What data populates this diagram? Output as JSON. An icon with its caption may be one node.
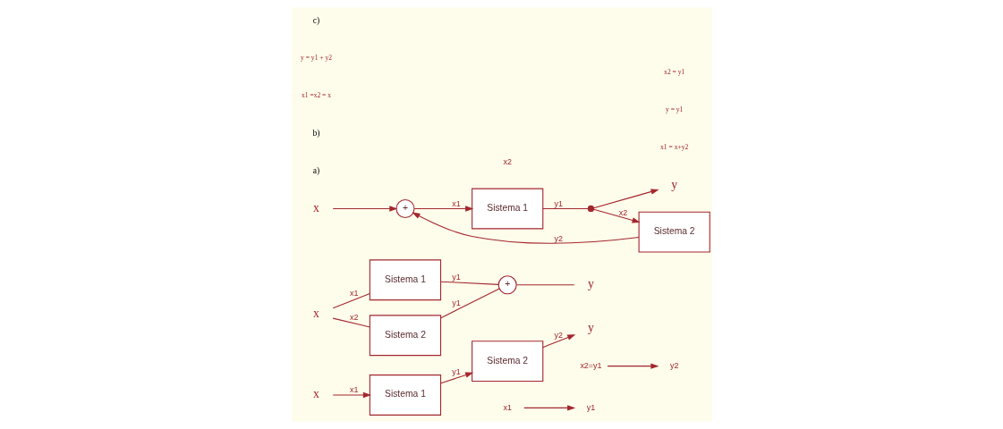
{
  "diagram": {
    "nodes": [
      {
        "text": [
          "x"
        ]
      },
      {
        "text": [
          "Sistema 1"
        ]
      },
      {
        "text": [
          "Sistema 2"
        ]
      },
      {
        "text": [
          "y"
        ]
      },
      {
        "text": [
          "x1"
        ]
      },
      {
        "text": [
          "y1"
        ]
      },
      {
        "text": [
          "x2=y1"
        ]
      },
      {
        "text": [
          "y2"
        ]
      },
      {
        "text": [
          "x"
        ]
      },
      {
        "text": [
          "Sistema 1"
        ]
      },
      {
        "text": [
          "Sistema 2"
        ]
      },
      {
        "text": [
          "+"
        ]
      },
      {
        "text": [
          "y"
        ]
      },
      {
        "text": [
          "x"
        ]
      },
      {
        "text": [
          "+"
        ]
      },
      {
        "text": [
          "Sistema 1"
        ]
      },
      {
        "text": [],
        "shape": "circle"
      },
      {
        "text": [
          "y"
        ]
      },
      {
        "text": [
          "Sistema 2"
        ]
      }
    ],
    "edges": [
      {
        "from": 0,
        "to": 1,
        "arrow": "to",
        "label": "x1"
      },
      {
        "from": 1,
        "to": 2,
        "arrow": "to",
        "label": "y1"
      },
      {
        "from": 2,
        "to": 3,
        "arrow": "to",
        "label": "y2"
      },
      {
        "from": 4,
        "to": 5,
        "arrow": "to"
      },
      {
        "from": 6,
        "to": 7,
        "arrow": "to"
      },
      {
        "from": 8,
        "to": 9,
        "arrow": "none",
        "label": "x1"
      },
      {
        "from": 8,
        "to": 10,
        "arrow": "none",
        "label": "x2"
      },
      {
        "from": 9,
        "to": 11,
        "arrow": "none",
        "label": "y1"
      },
      {
        "from": 10,
        "to": 11,
        "arrow": "none",
        "label": "y1"
      },
      {
        "from": 11,
        "to": 12,
        "arrow": "none"
      },
      {
        "from": 13,
        "to": 14,
        "arrow": "to"
      },
      {
        "from": 14,
        "to": 15,
        "arrow": "to",
        "label": "x1"
      },
      {
        "from": 15,
        "to": 16,
        "arrow": "none",
        "label": "y1"
      },
      {
        "from": 16,
        "to": 17,
        "arrow": "to"
      },
      {
        "from": 16,
        "to": 18,
        "arrow": "to",
        "label": "x2"
      },
      {
        "from": 18,
        "to": 14,
        "arrow": "to",
        "label": "y2"
      }
    ],
    "labels": [
      "a)",
      "x2",
      "b)",
      "x1 =x2 = x",
      "y = y1 + y2",
      "c)",
      "x1 = x+y2",
      "y = y1",
      "x2 = y1"
    ]
  }
}
